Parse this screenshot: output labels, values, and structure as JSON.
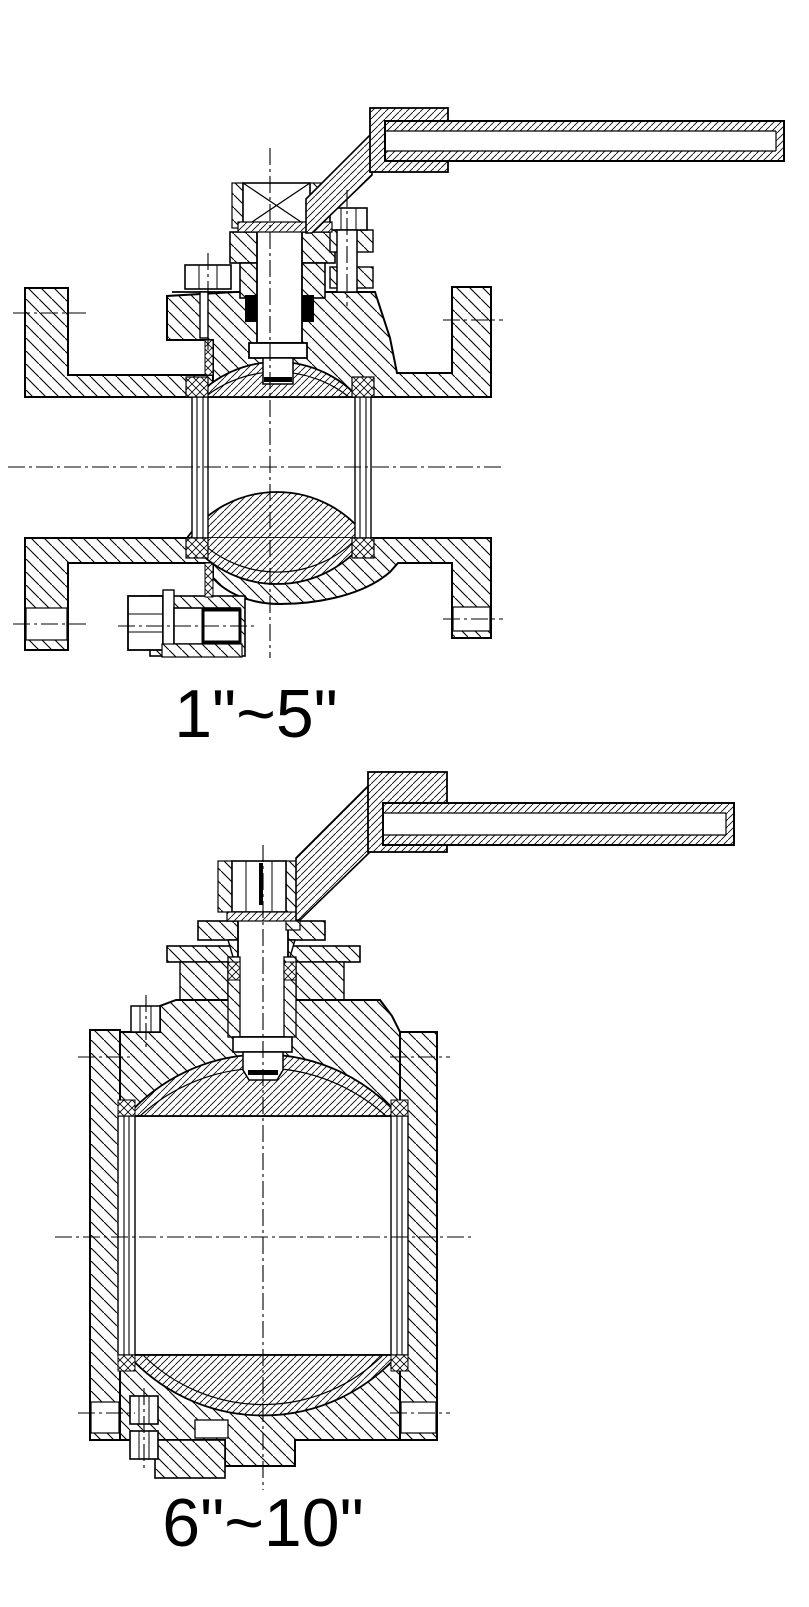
{
  "figure": {
    "type": "engineering-cross-section-drawing",
    "subject": "flanged ball valves with lever handles, sectional views",
    "background_color": "#ffffff",
    "line_color": "#000000",
    "views": [
      {
        "id": "small-bore-valve",
        "caption": "1\"~5\""
      },
      {
        "id": "large-bore-valve",
        "caption": "6\"~10\""
      }
    ]
  }
}
